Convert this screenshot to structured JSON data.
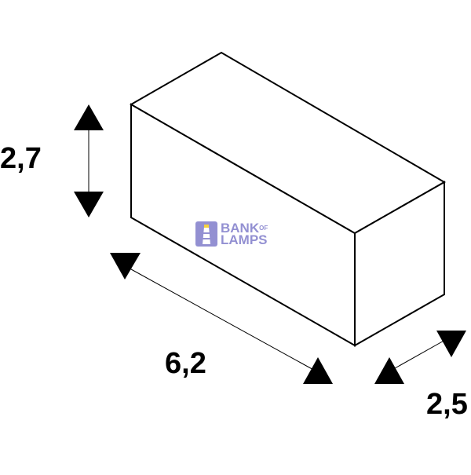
{
  "dimensions": {
    "height": "2,7",
    "length": "6,2",
    "depth": "2,5"
  },
  "watermark": {
    "line1": "BANK",
    "of": "OF",
    "line2": "LAMPS",
    "color": "#6f6cc4",
    "accent_color": "#f2c200",
    "icon": "lighthouse-icon"
  },
  "colors": {
    "line": "#000000",
    "background": "#ffffff"
  }
}
